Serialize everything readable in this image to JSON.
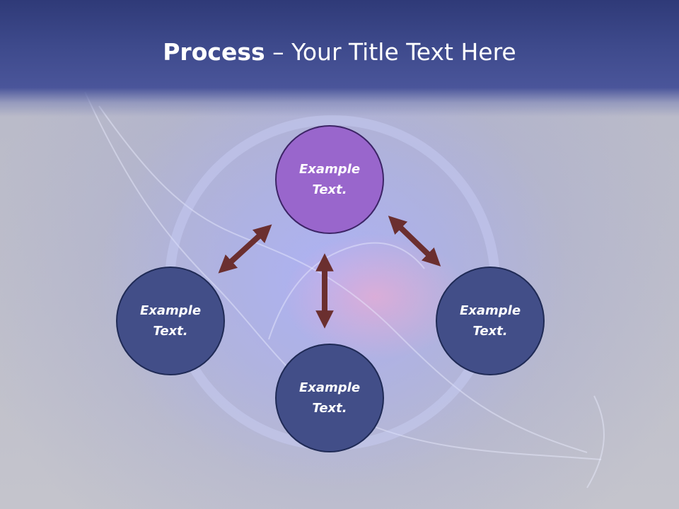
{
  "slide": {
    "title_bold": "Process",
    "title_rest": " – Your Title Text Here"
  },
  "cycle": {
    "nodes": [
      {
        "id": "top",
        "text": "Example\nText."
      },
      {
        "id": "left",
        "text": "Example\nText."
      },
      {
        "id": "right",
        "text": "Example\nText."
      },
      {
        "id": "bottom",
        "text": "Example\nText."
      }
    ]
  },
  "colors": {
    "header": "#3e4a8c",
    "node_fill": "#424e88",
    "top_node_fill": "#9966cc",
    "arrow": "#6b2f2f"
  }
}
